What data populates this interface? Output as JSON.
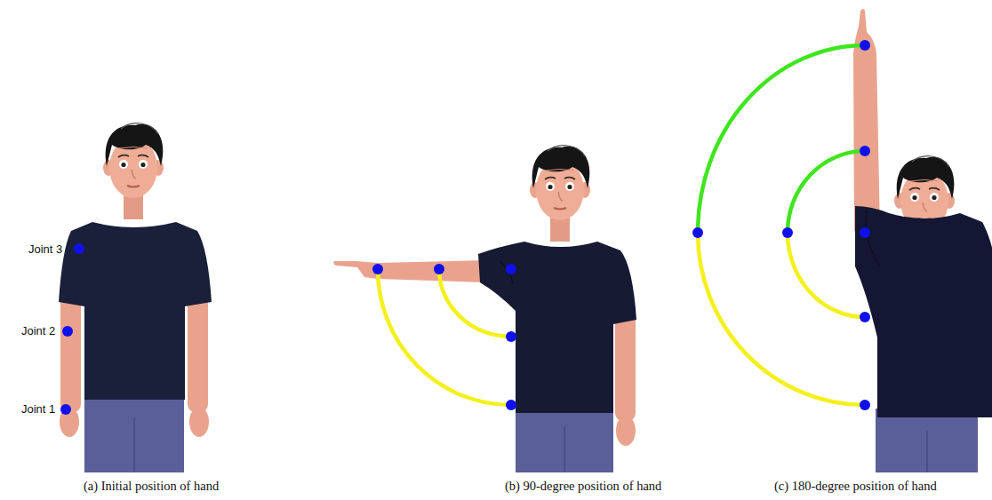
{
  "diagram": {
    "labels": [
      "Joint 3",
      "Joint 2",
      "Joint 1",
      "(a) Initial position of hand",
      "(b) 90-degree position of hand",
      "(c) 180-degree position of hand"
    ]
  }
}
